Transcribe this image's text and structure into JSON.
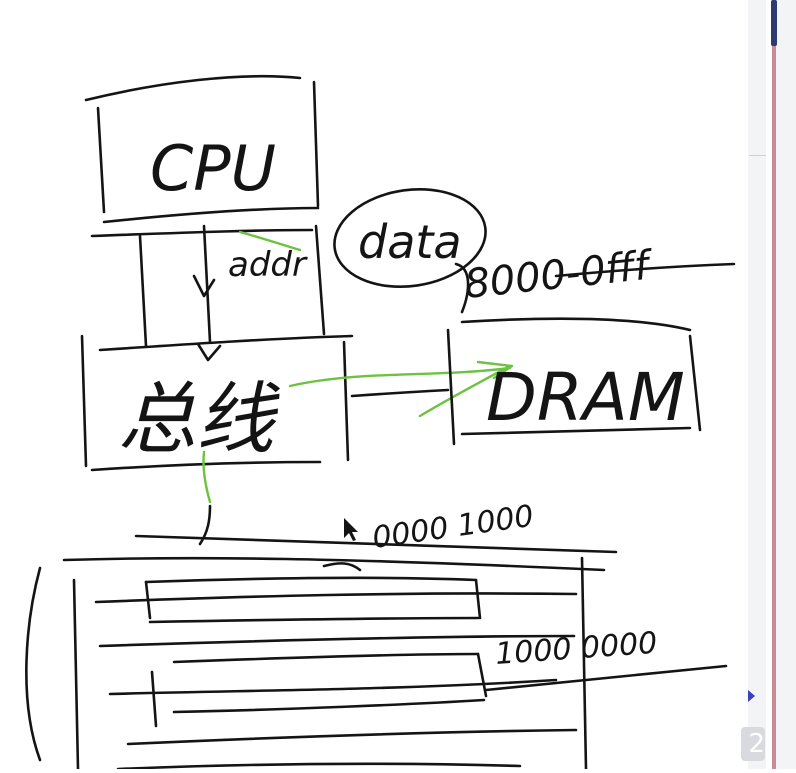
{
  "diagram": {
    "cpu_label": "CPU",
    "bus_label": "总线",
    "addr_label": "addr",
    "data_label": "data",
    "dram_label": "DRAM",
    "addr_range": "8000-0fff",
    "addr_mid": "0000 1000",
    "addr_low": "1000 0000"
  },
  "ui": {
    "page_number": "2"
  },
  "colors": {
    "ink": "#141414",
    "highlight": "#6dc23f",
    "scrollbar_thumb": "#2d3b70",
    "scrollbar_track": "#c98b98"
  },
  "icons": [
    "mouse-cursor-icon",
    "arrow-right-icon"
  ]
}
